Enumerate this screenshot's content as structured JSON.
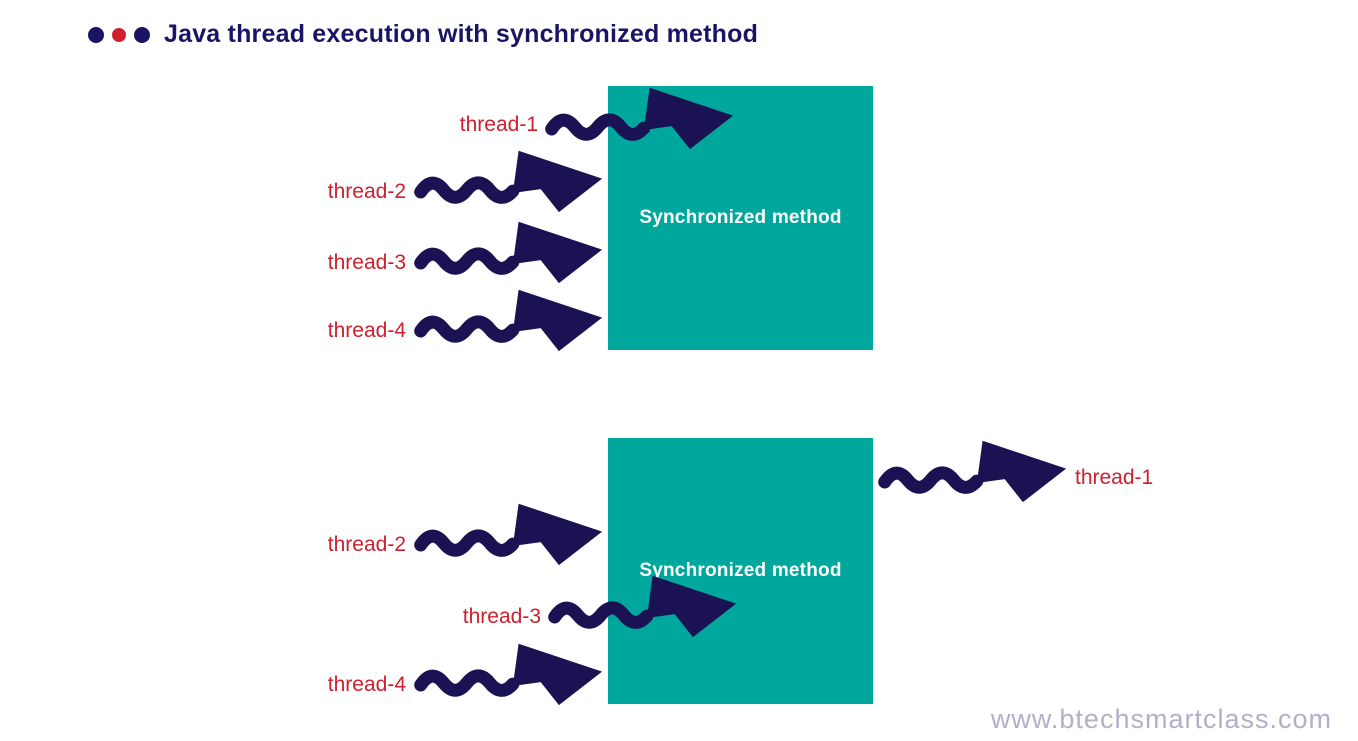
{
  "title": {
    "text": "Java thread execution with synchronized method",
    "dots": [
      "#1b1464",
      "#d01f2e",
      "#1b1464"
    ]
  },
  "colors": {
    "navy_arrow": "#1a1253",
    "title_navy": "#1b1464",
    "thread_red": "#ce1f2e",
    "box_teal": "#00a79c",
    "watermark_gray": "#b2b0c8"
  },
  "icons": {
    "arrow": "wavy-arrow-right-icon",
    "dots": "title-bullet-dots"
  },
  "diagrams": [
    {
      "name": "threads-approaching",
      "box_label": "Synchronized method",
      "threads": [
        {
          "label": "thread-1",
          "state": "entering-box"
        },
        {
          "label": "thread-2",
          "state": "waiting-outside"
        },
        {
          "label": "thread-3",
          "state": "waiting-outside"
        },
        {
          "label": "thread-4",
          "state": "waiting-outside"
        }
      ]
    },
    {
      "name": "thread1-exits-thread3-enters",
      "box_label": "Synchronized method",
      "threads": [
        {
          "label": "thread-1",
          "state": "exiting-box"
        },
        {
          "label": "thread-2",
          "state": "waiting-outside"
        },
        {
          "label": "thread-3",
          "state": "entering-box"
        },
        {
          "label": "thread-4",
          "state": "waiting-outside"
        }
      ]
    }
  ],
  "watermark": "www.btechsmartclass.com"
}
